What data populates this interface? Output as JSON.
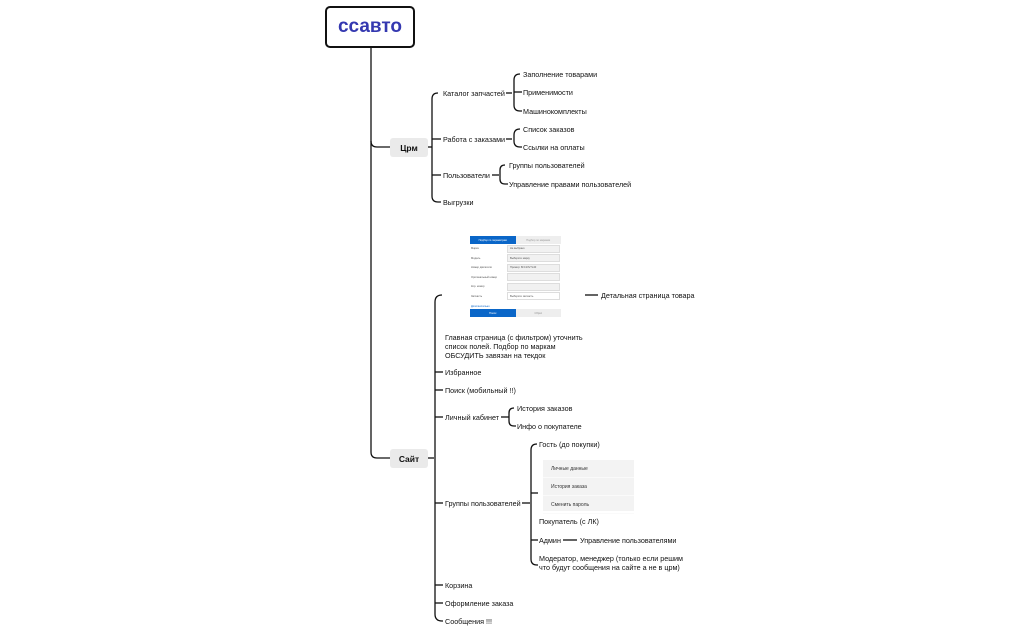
{
  "root": {
    "title": "ссавто",
    "color": "#3438b0"
  },
  "crm": {
    "label": "Црм",
    "items": [
      {
        "label": "Каталог запчастей",
        "children": [
          "Заполнение товарами",
          "Применимости",
          "Машинокомплекты"
        ]
      },
      {
        "label": "Работа с заказами",
        "children": [
          "Список заказов",
          "Ссылки на оплаты"
        ]
      },
      {
        "label": "Пользователи",
        "children": [
          "Группы пользователей",
          "Управление правами пользователей"
        ]
      },
      {
        "label": "Выгрузки"
      }
    ]
  },
  "site": {
    "label": "Сайт",
    "filter_form": {
      "tabs": [
        "Подбор по параметрам",
        "Подбор по марками"
      ],
      "fields": [
        {
          "label": "Марка",
          "value": "Не выбрано"
        },
        {
          "label": "Модель",
          "value": "Выберите марку"
        },
        {
          "label": "Номер двигателя",
          "placeholder": "Пример: 6FC10V7L40"
        },
        {
          "label": "Оригинальный номер",
          "value": ""
        },
        {
          "label": "Кор. номер",
          "value": ""
        },
        {
          "label": "Запчасть",
          "value": "Выберите запчасть"
        }
      ],
      "more_link": "Дополнительно",
      "search_button": "Поиск",
      "reset_button": "Сброс"
    },
    "detail_page": "Детальная страница товара",
    "main_page": [
      "Главная страница (с фильтром) уточнить",
      "список полей. Подбор по маркам",
      "ОБСУДИТЬ завязан на текдок"
    ],
    "favorites": "Избранное",
    "search_mobile": "Поиск (мобильный !!)",
    "account": {
      "label": "Личный кабинет",
      "children": [
        "История заказов",
        "Инфо о покупателе"
      ]
    },
    "user_groups": {
      "label": "Группы пользователей",
      "guest": "Гость (до покупки)",
      "account_menu": [
        "Личные данные",
        "История заказа",
        "Сменить пароль"
      ],
      "buyer": "Покупатель (с ЛК)",
      "admin": "Админ",
      "admin_child": "Управление пользователями",
      "moderator": [
        "Модератор, менеджер (только если решим",
        "что будут сообщения на сайте а не в црм)"
      ]
    },
    "cart": "Корзина",
    "checkout": "Оформление заказа",
    "messages": "Сообщения !!!"
  }
}
